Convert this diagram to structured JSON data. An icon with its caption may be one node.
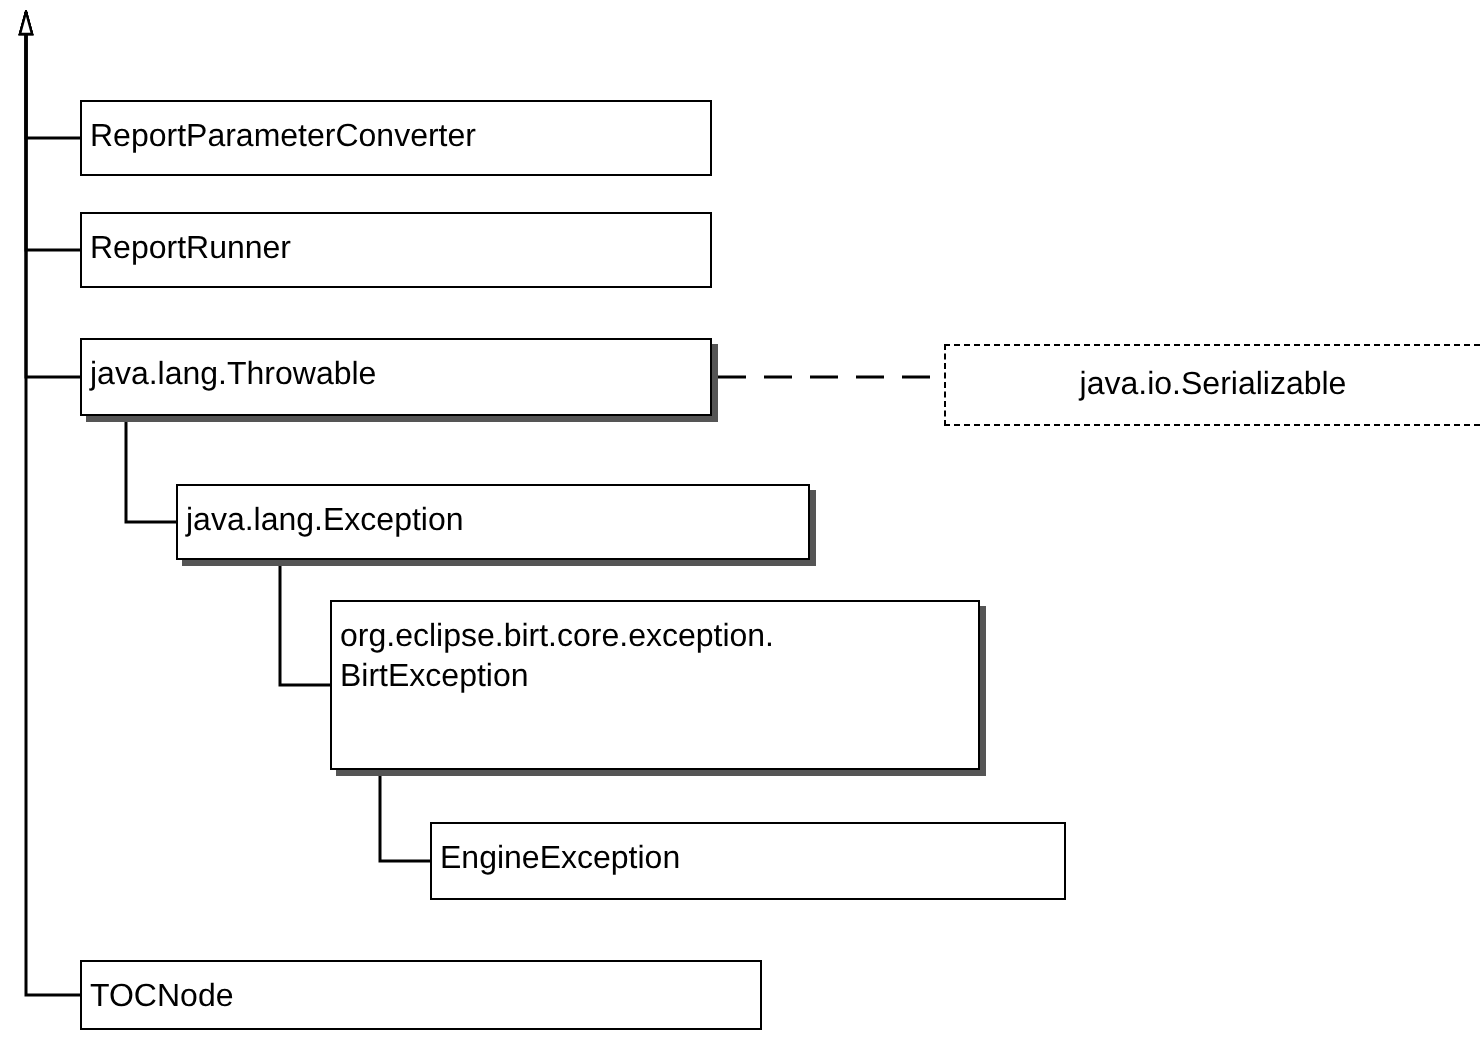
{
  "diagram": {
    "nodes": [
      {
        "text": [
          "ReportParameterConverter"
        ]
      },
      {
        "text": [
          "ReportRunner"
        ]
      },
      {
        "text": [
          "java.lang.Throwable"
        ]
      },
      {
        "text": [
          "java.io.Serializable"
        ]
      },
      {
        "text": [
          "java.lang.Exception"
        ]
      },
      {
        "text": [
          "org.eclipse.birt.core.exception. BirtException"
        ]
      },
      {
        "text": [
          "EngineException"
        ]
      },
      {
        "text": [
          "TOCNode"
        ]
      }
    ],
    "edges": [
      {
        "from": 0,
        "to": null,
        "arrow": "to"
      },
      {
        "from": 1,
        "to": null,
        "arrow": "to"
      },
      {
        "from": 2,
        "to": null,
        "arrow": "to"
      },
      {
        "from": 7,
        "to": null,
        "arrow": "to"
      },
      {
        "from": 2,
        "to": 3,
        "arrow": "none",
        "style": "dashed"
      },
      {
        "from": 4,
        "to": 2,
        "arrow": "none"
      },
      {
        "from": 5,
        "to": 4,
        "arrow": "none"
      },
      {
        "from": 6,
        "to": 5,
        "arrow": "none"
      }
    ]
  }
}
